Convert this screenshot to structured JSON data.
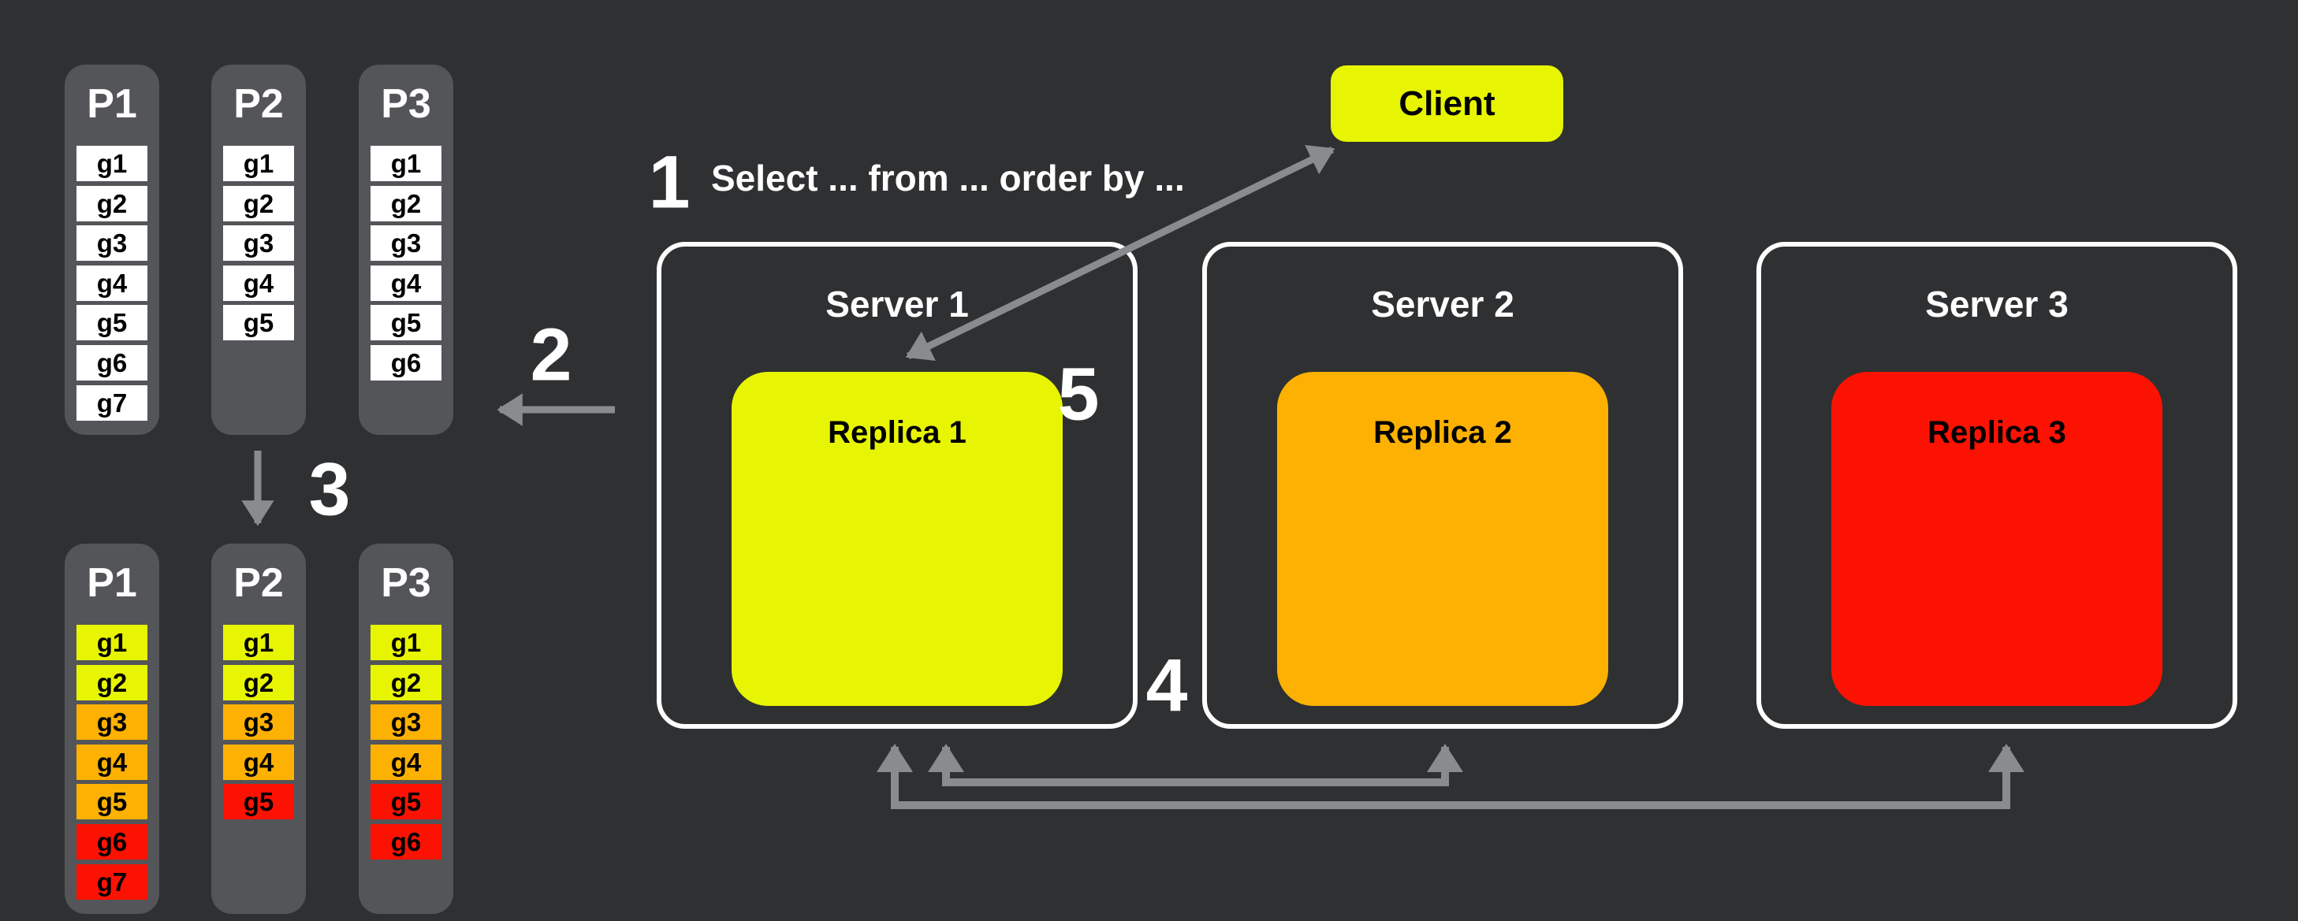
{
  "palette": {
    "background": "#2f3032",
    "panel": "#545559",
    "arrow": "#8a8b8d",
    "white": "#ffffff",
    "yellow": "#e8f502",
    "orange": "#fcb103",
    "red": "#fc1203",
    "text_light": "#ffffff",
    "text_dark": "#000000"
  },
  "client": {
    "label": "Client"
  },
  "steps": [
    {
      "number": "1",
      "label": "Select ... from ... order by ..."
    },
    {
      "number": "2"
    },
    {
      "number": "3"
    },
    {
      "number": "4"
    },
    {
      "number": "5"
    }
  ],
  "partition_sets": [
    {
      "id": "initial",
      "columns": [
        {
          "name": "P1",
          "cells": [
            {
              "label": "g1",
              "color": "white"
            },
            {
              "label": "g2",
              "color": "white"
            },
            {
              "label": "g3",
              "color": "white"
            },
            {
              "label": "g4",
              "color": "white"
            },
            {
              "label": "g5",
              "color": "white"
            },
            {
              "label": "g6",
              "color": "white"
            },
            {
              "label": "g7",
              "color": "white"
            }
          ]
        },
        {
          "name": "P2",
          "cells": [
            {
              "label": "g1",
              "color": "white"
            },
            {
              "label": "g2",
              "color": "white"
            },
            {
              "label": "g3",
              "color": "white"
            },
            {
              "label": "g4",
              "color": "white"
            },
            {
              "label": "g5",
              "color": "white"
            }
          ]
        },
        {
          "name": "P3",
          "cells": [
            {
              "label": "g1",
              "color": "white"
            },
            {
              "label": "g2",
              "color": "white"
            },
            {
              "label": "g3",
              "color": "white"
            },
            {
              "label": "g4",
              "color": "white"
            },
            {
              "label": "g5",
              "color": "white"
            },
            {
              "label": "g6",
              "color": "white"
            }
          ]
        }
      ]
    },
    {
      "id": "sorted",
      "columns": [
        {
          "name": "P1",
          "cells": [
            {
              "label": "g1",
              "color": "yellow"
            },
            {
              "label": "g2",
              "color": "yellow"
            },
            {
              "label": "g3",
              "color": "orange"
            },
            {
              "label": "g4",
              "color": "orange"
            },
            {
              "label": "g5",
              "color": "orange"
            },
            {
              "label": "g6",
              "color": "red"
            },
            {
              "label": "g7",
              "color": "red"
            }
          ]
        },
        {
          "name": "P2",
          "cells": [
            {
              "label": "g1",
              "color": "yellow"
            },
            {
              "label": "g2",
              "color": "yellow"
            },
            {
              "label": "g3",
              "color": "orange"
            },
            {
              "label": "g4",
              "color": "orange"
            },
            {
              "label": "g5",
              "color": "red"
            }
          ]
        },
        {
          "name": "P3",
          "cells": [
            {
              "label": "g1",
              "color": "yellow"
            },
            {
              "label": "g2",
              "color": "yellow"
            },
            {
              "label": "g3",
              "color": "orange"
            },
            {
              "label": "g4",
              "color": "orange"
            },
            {
              "label": "g5",
              "color": "red"
            },
            {
              "label": "g6",
              "color": "red"
            }
          ]
        }
      ]
    }
  ],
  "servers": [
    {
      "name": "Server 1",
      "replica": {
        "label": "Replica 1",
        "color": "yellow"
      }
    },
    {
      "name": "Server 2",
      "replica": {
        "label": "Replica 2",
        "color": "orange"
      }
    },
    {
      "name": "Server 3",
      "replica": {
        "label": "Replica 3",
        "color": "red"
      }
    }
  ]
}
